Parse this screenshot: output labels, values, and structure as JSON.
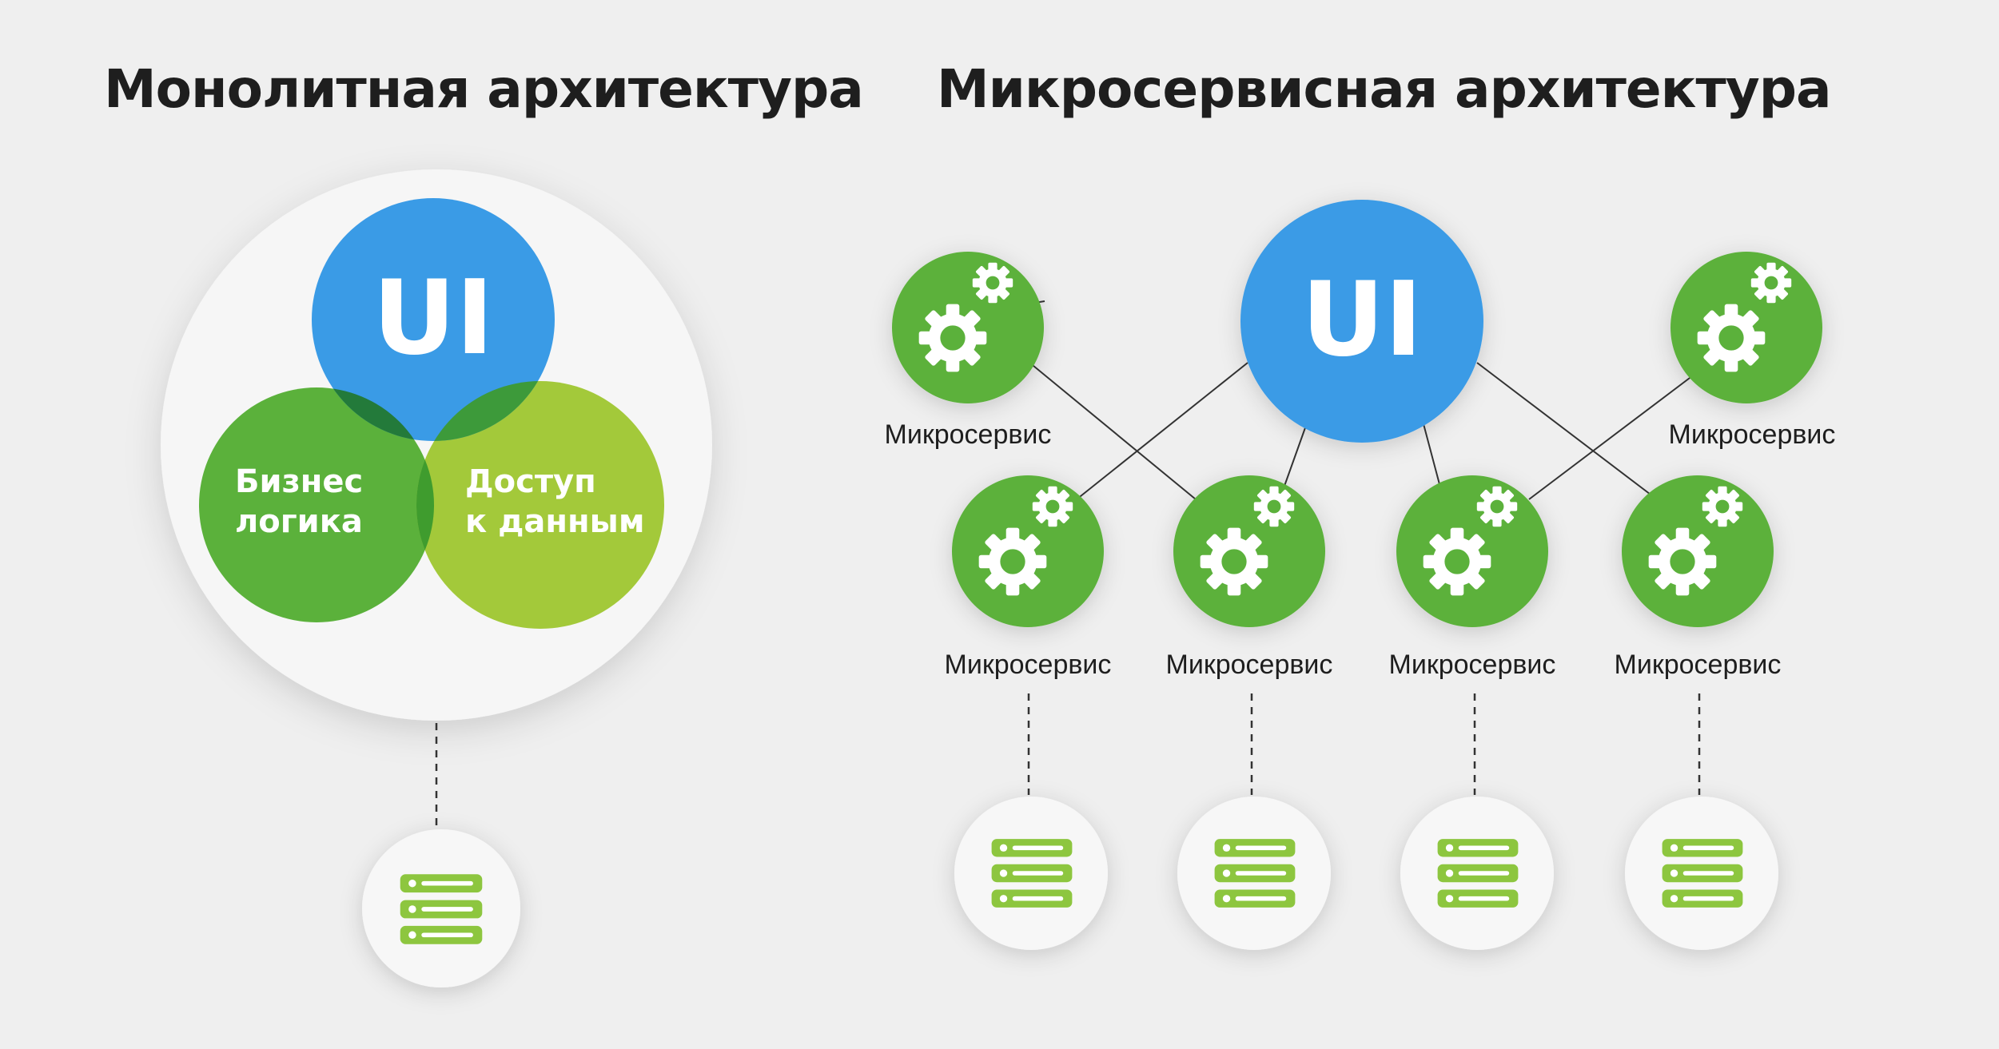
{
  "monolith": {
    "title": "Монолитная архитектура",
    "ui": "UI",
    "business_line1": "Бизнес",
    "business_line2": "логика",
    "data_line1": "Доступ",
    "data_line2": "к данным"
  },
  "microservices": {
    "title": "Микросервисная архитектура",
    "ui": "UI",
    "service_label": "Микросервис",
    "service_count": 6,
    "database_count": 4
  },
  "colors": {
    "background": "#efefef",
    "ui_blue": "#3a9be6",
    "service_green": "#5bb13b",
    "light_green": "#a3c93a",
    "overlap_green": "#2e8a3e",
    "database_green": "#8dc63f",
    "text": "#1e1e1e"
  },
  "icons": [
    "gears-icon",
    "database-icon"
  ]
}
